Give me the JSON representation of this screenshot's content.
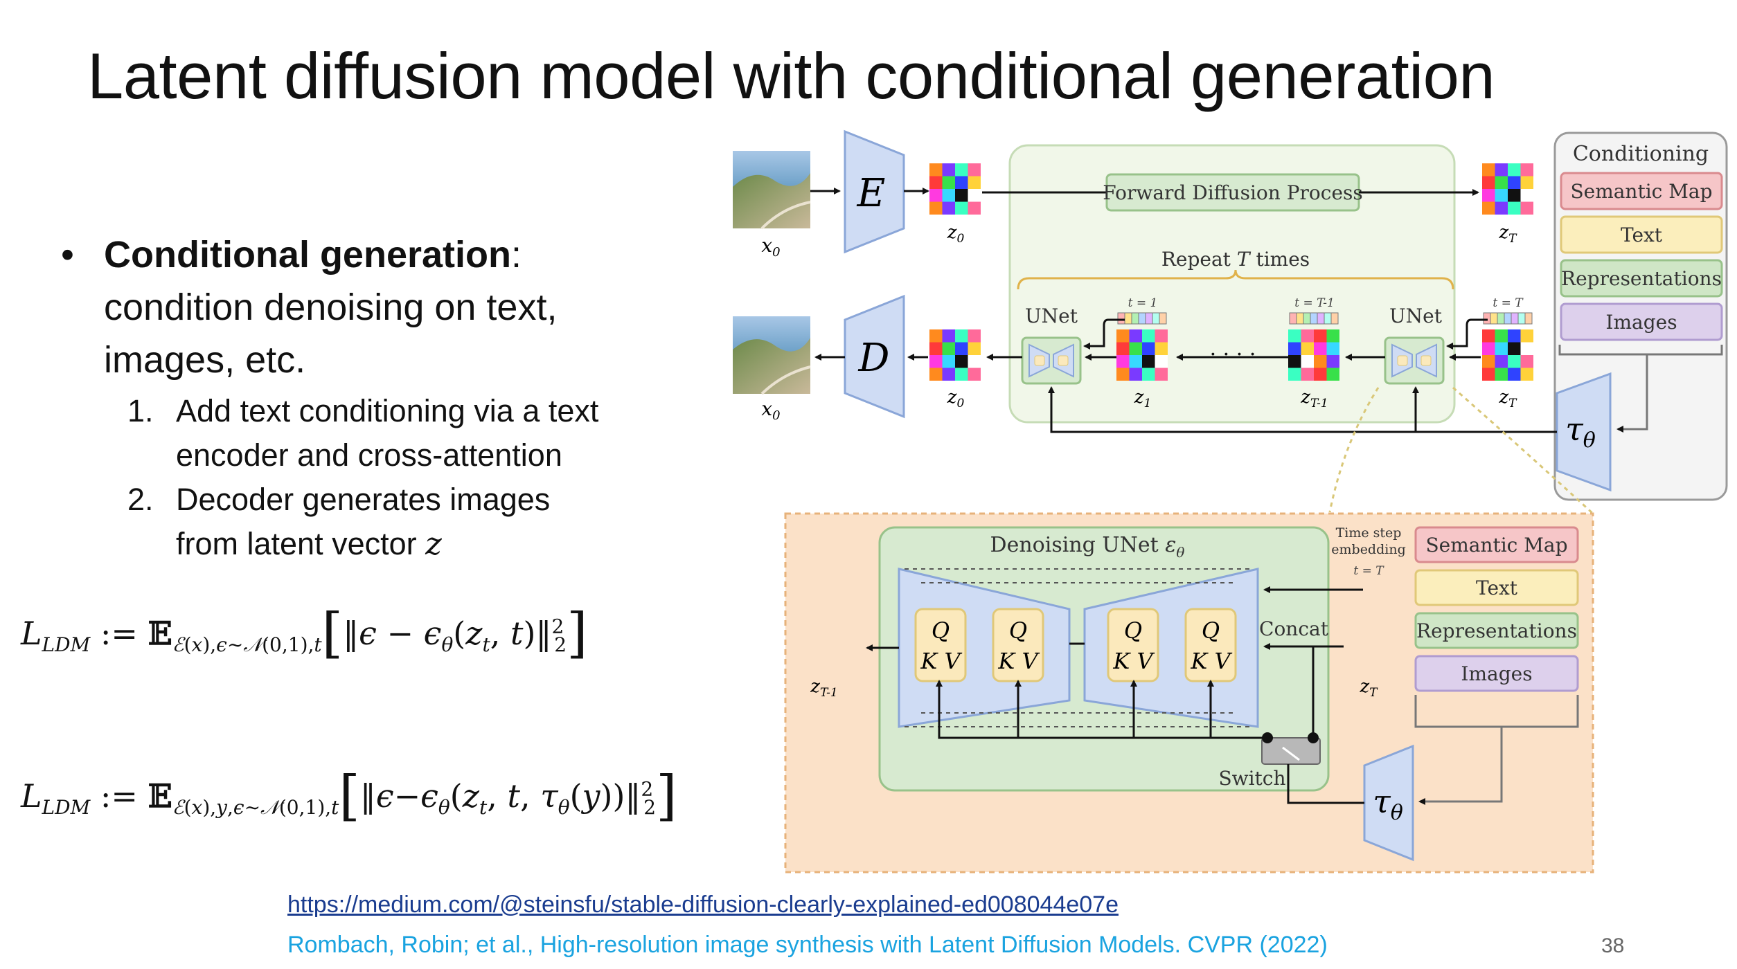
{
  "slide": {
    "title": "Latent diffusion model with conditional generation",
    "bullet": {
      "heading": "Conditional generation",
      "colon": ":",
      "text_line1": "condition denoising on text,",
      "text_line2": "images, etc.",
      "items": [
        {
          "num": "1.",
          "line1": "Add text conditioning via a text",
          "line2": "encoder and cross-attention"
        },
        {
          "num": "2.",
          "line1": "Decoder generates images",
          "line2": "from latent vector",
          "var": "z"
        }
      ]
    },
    "equations": {
      "eq1": "L_LDM := E_{E(x),ε~N(0,1),t} [ ||ε − ε_θ(z_t, t)||²₂ ]",
      "eq2": "L_LDM := E_{E(x),y,ε~N(0,1),t} [ ||ε − ε_θ(z_t, t, τ_θ(y))||²₂ ]"
    },
    "link": "https://medium.com/@steinsfu/stable-diffusion-clearly-explained-ed008044e07e",
    "reference": "Rombach, Robin; et al., High-resolution image synthesis with Latent Diffusion Models. CVPR (2022)",
    "page_number": "38"
  },
  "diagram": {
    "encoder": "E",
    "decoder": "D",
    "x0": "x",
    "x0_sub": "0",
    "z_label": "z",
    "z0_sub": "0",
    "zT_sub": "T",
    "z1_sub": "1",
    "zT1_sub": "T-1",
    "forward": "Forward Diffusion Process",
    "repeat": "Repeat",
    "repeat_var": "T",
    "repeat_tail": "times",
    "unet": "UNet",
    "t1": "t = 1",
    "tT1": "t = T-1",
    "tT": "t = T",
    "dots": "· · · ·",
    "tau": "τ",
    "tau_sub": "θ",
    "conditioning": {
      "title": "Conditioning",
      "items": [
        {
          "label": "Semantic Map",
          "fill": "#f6c6c8",
          "stroke": "#d98a8e"
        },
        {
          "label": "Text",
          "fill": "#fbeebc",
          "stroke": "#e0c878"
        },
        {
          "label": "Representations",
          "fill": "#cfe6c6",
          "stroke": "#98c28a"
        },
        {
          "label": "Images",
          "fill": "#ddd0ec",
          "stroke": "#b09cd0"
        }
      ]
    },
    "detail": {
      "title": "Denoising UNet",
      "title_var": "ε",
      "title_sub": "θ",
      "q": "Q",
      "kv": "K V",
      "concat": "Concat",
      "switch": "Switch",
      "timestep_line1": "Time step",
      "timestep_line2": "embedding",
      "t_label": "t = T"
    },
    "colors": {
      "upper_panel": "#f1f7e9",
      "upper_stroke": "#c6dcb6",
      "lower_panel": "#fbe1c8",
      "lower_stroke": "#e7b27a",
      "unet_box": "#d7ead0",
      "trapezoid": "#cfdcf4",
      "trapezoid_stroke": "#8aa6d8",
      "qkv": "#fbe9bc"
    }
  }
}
